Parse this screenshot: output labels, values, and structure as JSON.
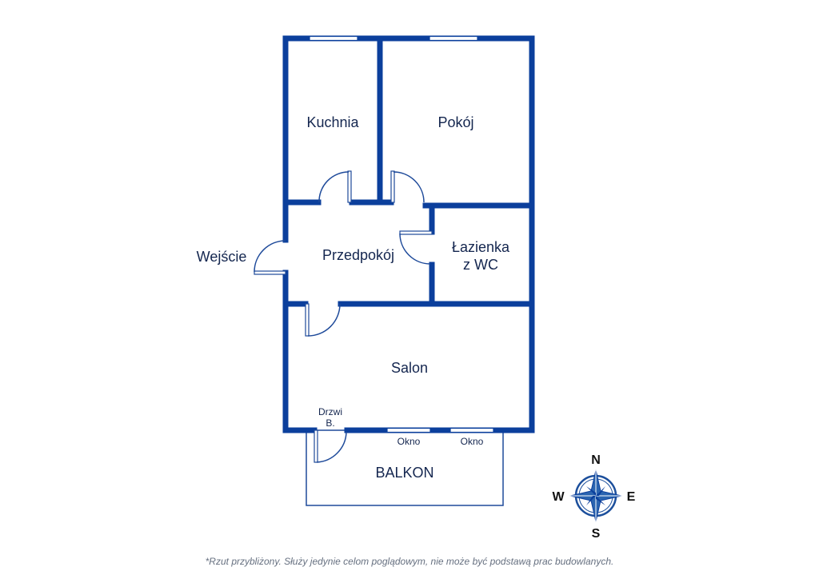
{
  "rooms": {
    "kitchen": "Kuchnia",
    "room": "Pokój",
    "hall": "Przedpokój",
    "bathroom_line1": "Łazienka",
    "bathroom_line2": "z WC",
    "living": "Salon",
    "balcony": "BALKON",
    "entrance": "Wejście",
    "balcony_door_line1": "Drzwi",
    "balcony_door_line2": "B.",
    "window1": "Okno",
    "window2": "Okno"
  },
  "compass": {
    "n": "N",
    "s": "S",
    "e": "E",
    "w": "W"
  },
  "colors": {
    "wall": "#0b3f9c",
    "text": "#14264f"
  },
  "footnote": "*Rzut przybliżony. Służy jedynie celom poglądowym, nie może być podstawą prac budowlanych."
}
